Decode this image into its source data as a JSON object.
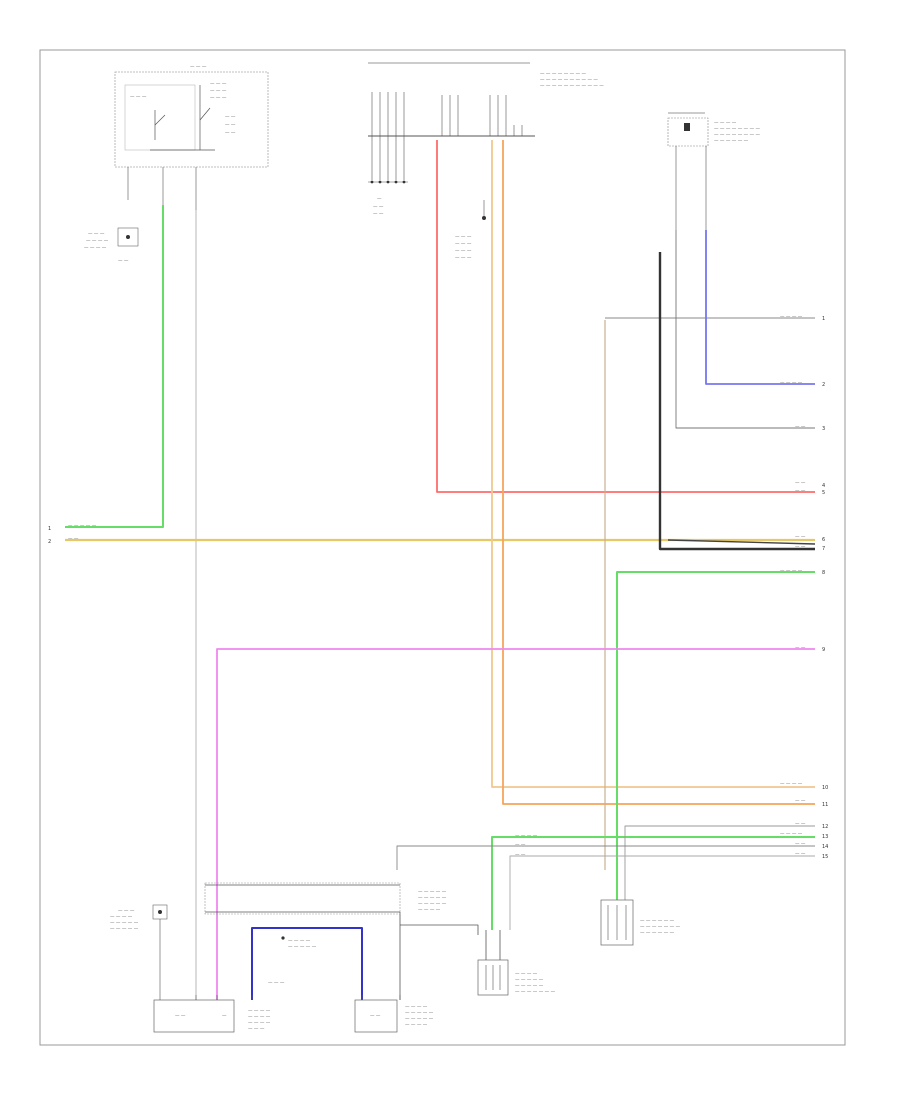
{
  "diagram": {
    "footer_code": "",
    "components": [
      {
        "id": "ignition-switch",
        "label": "SWITCH",
        "note": "GENERATOR CIRCUIT"
      },
      {
        "id": "pcm",
        "label": "POWERTRAIN CONTROL MODULE",
        "note": "(PCM)"
      },
      {
        "id": "fuel-pump-relay",
        "label": "FUEL PUMP RELAY"
      },
      {
        "id": "sensor-top-right",
        "label": "SENSOR"
      },
      {
        "id": "pressure-sensor",
        "label": "PRESSURE SENSOR"
      },
      {
        "id": "fuel-tank-sensor",
        "label": "FUEL TANK PRESSURE SENSOR"
      },
      {
        "id": "evap-valve",
        "label": "EVAPORATIVE EMISSION VALVE"
      },
      {
        "id": "canister-vent",
        "label": "CANISTER VENT SOLENOID"
      },
      {
        "id": "fuel-level-sensor",
        "label": "FUEL LEVEL SENSOR"
      },
      {
        "id": "connector",
        "label": "CONNECTOR"
      }
    ],
    "wire_colors": {
      "green": "#66dd66",
      "yellow": "#e6c866",
      "red": "#ff6b6b",
      "pink": "#ee88ee",
      "orange": "#f5a55a",
      "light_orange": "#f0c890",
      "blue": "#7777ee",
      "dark_blue": "#3333cc",
      "black": "#333333",
      "gray": "#999999"
    }
  }
}
